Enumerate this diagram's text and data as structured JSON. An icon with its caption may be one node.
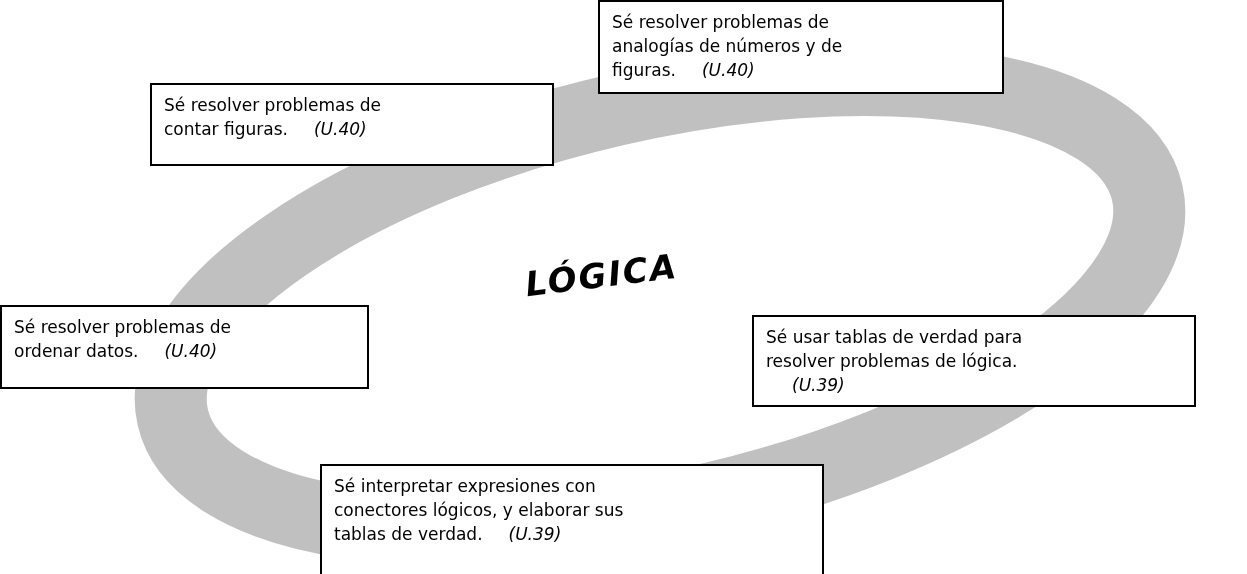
{
  "diagram": {
    "nodes": [
      {
        "text": [
          "Sé resolver problemas de analogías de números y de figuras.",
          "(U.40)"
        ]
      },
      {
        "text": [
          "Sé resolver problemas de contar figuras.",
          "(U.40)"
        ]
      },
      {
        "text": [
          "LÓGICA"
        ]
      },
      {
        "text": [
          "Sé resolver problemas de ordenar datos.",
          "(U.40)"
        ]
      },
      {
        "text": [
          "Sé usar tablas de verdad para resolver problemas de lógica.",
          "(U.39)"
        ]
      },
      {
        "text": [
          "Sé interpretar expresiones con conectores lógicos, y elaborar sus tablas de verdad.",
          "(U.39)"
        ]
      }
    ],
    "edges": []
  }
}
